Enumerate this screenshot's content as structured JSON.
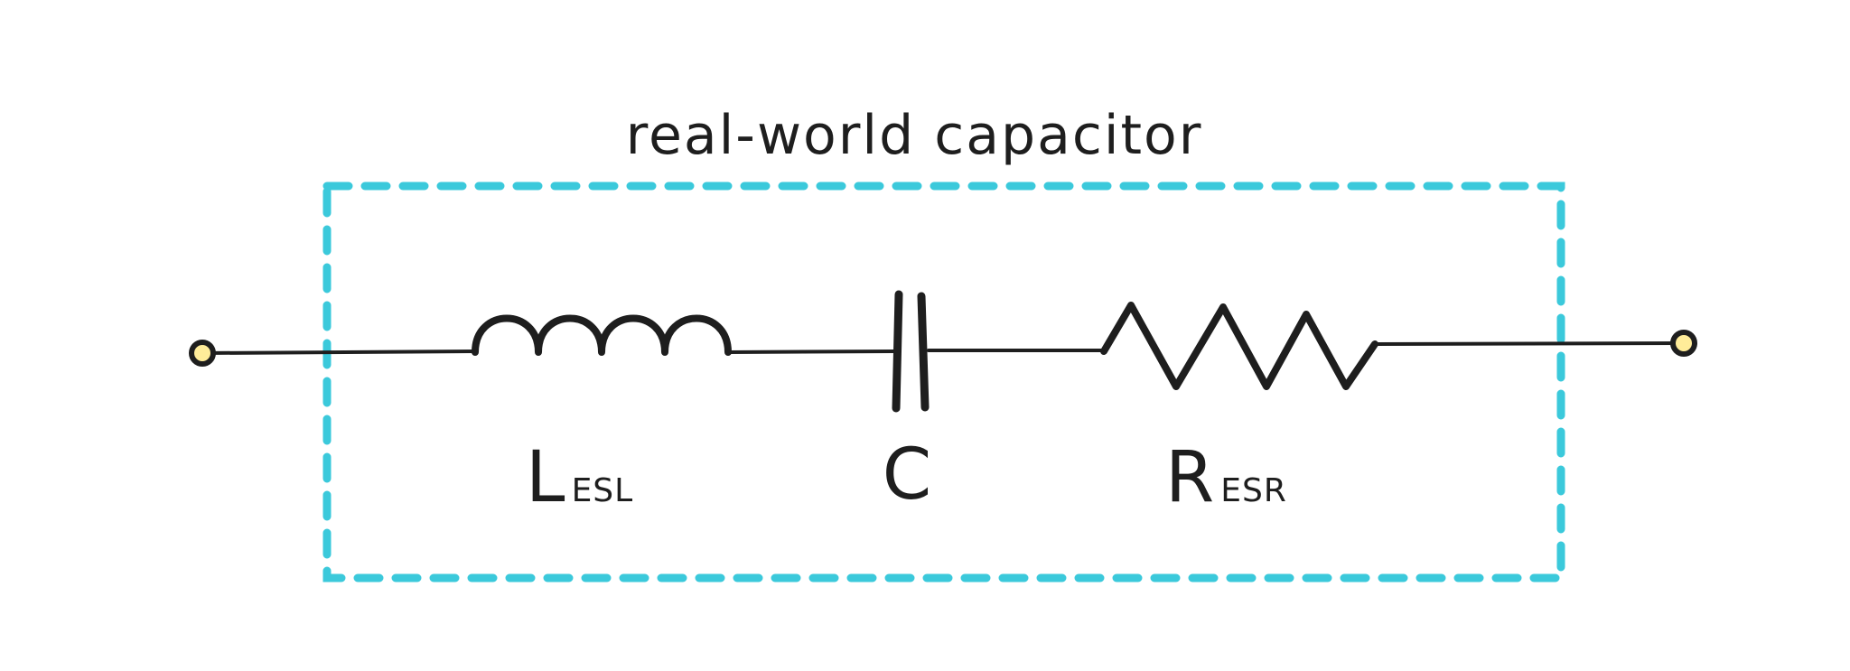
{
  "title": "real-world capacitor",
  "components": [
    {
      "symbol": "inductor",
      "label_main": "L",
      "label_sub": "ESL"
    },
    {
      "symbol": "capacitor",
      "label_main": "C",
      "label_sub": ""
    },
    {
      "symbol": "resistor",
      "label_main": "R",
      "label_sub": "ESR"
    }
  ],
  "colors": {
    "stroke": "#1e1e1e",
    "boundary": "#3bc9db",
    "terminal_fill": "#ffec99",
    "background": "#ffffff"
  }
}
